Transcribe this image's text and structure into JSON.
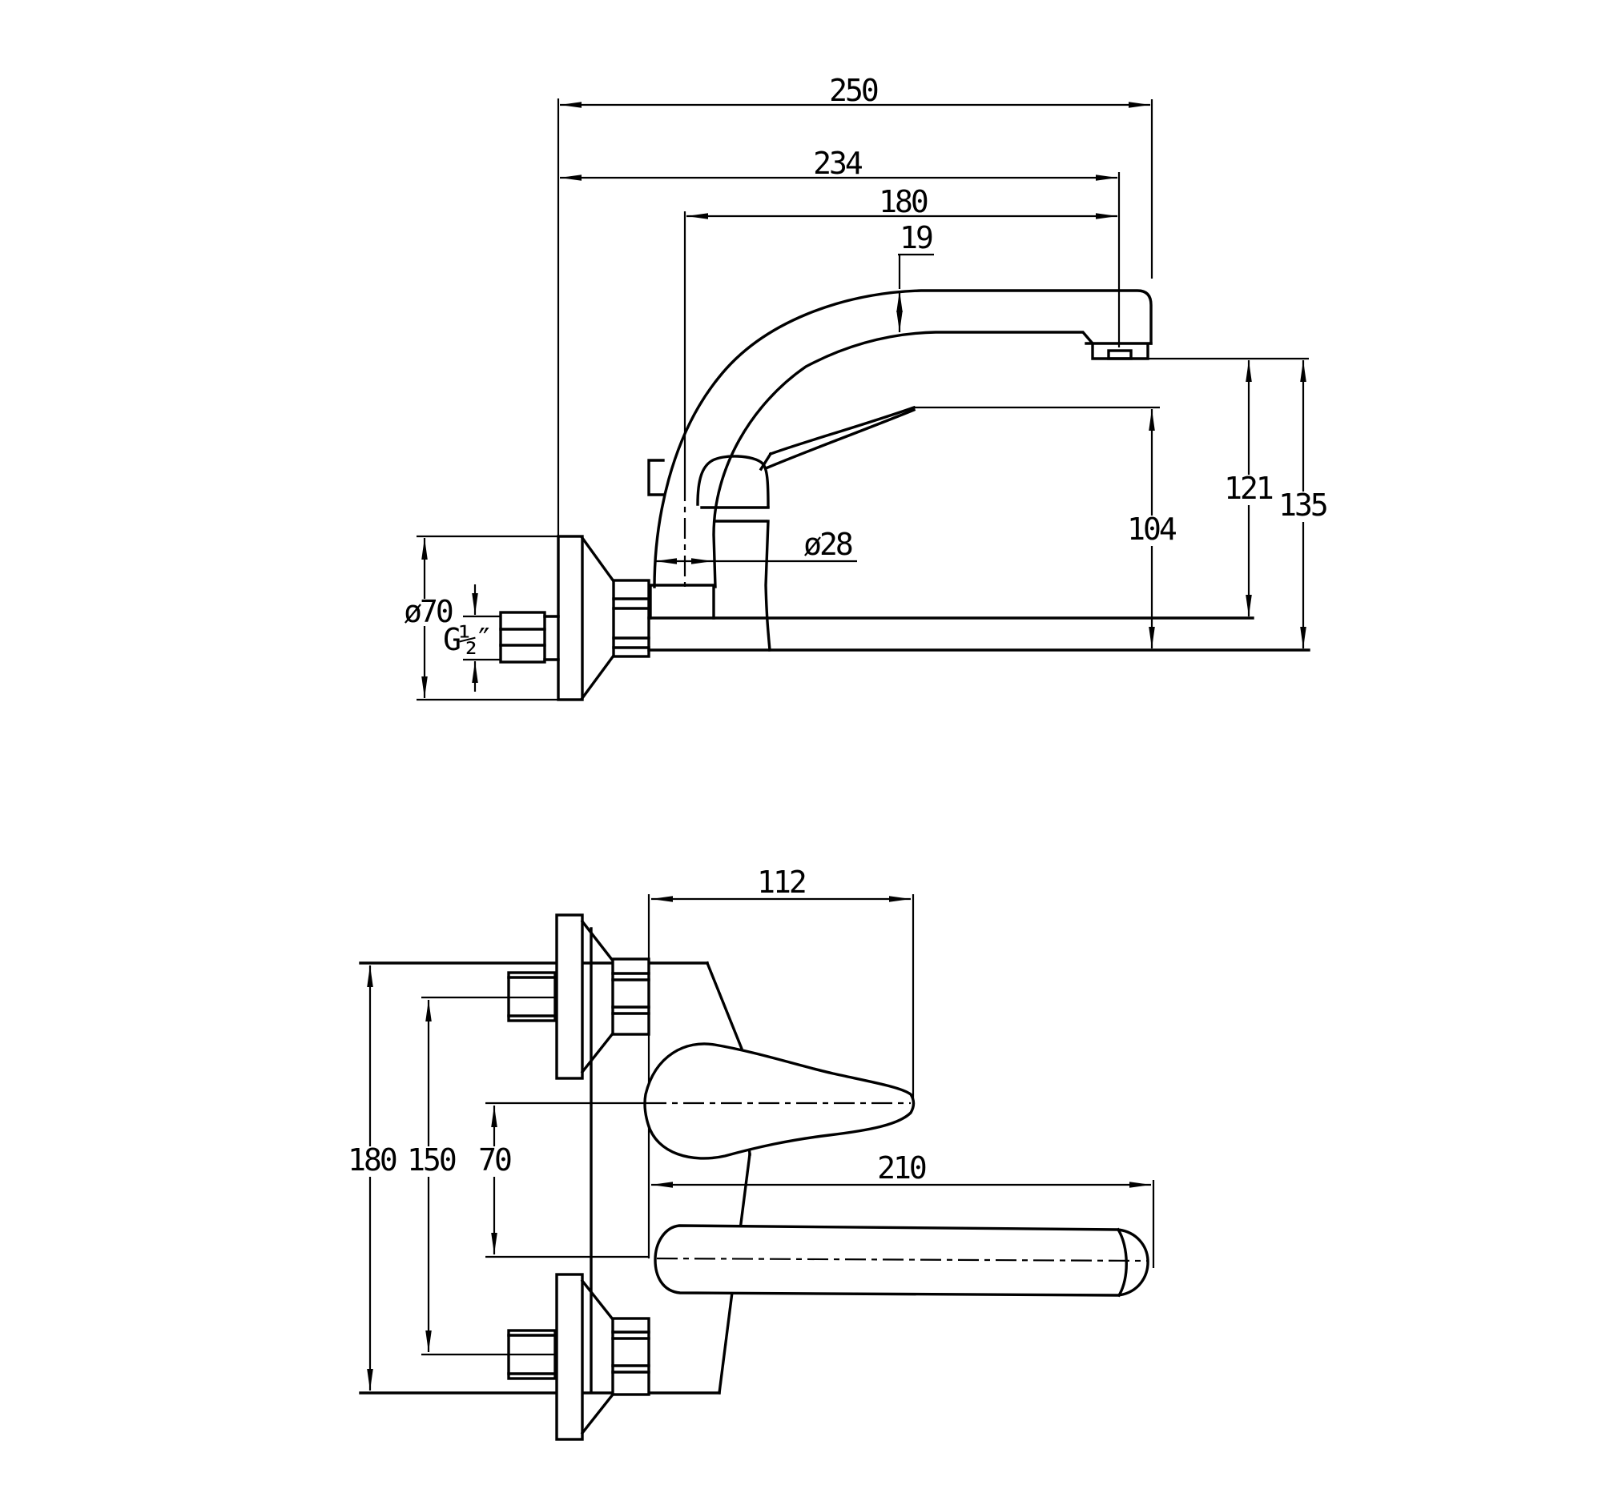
{
  "drawing": {
    "type": "technical-dimension-drawing",
    "subject": "wall-mounted single-lever sink mixer faucet, two orthographic views",
    "line_color": "#000000",
    "background": "#ffffff",
    "side_view": {
      "d250": "250",
      "d234": "234",
      "d180": "180",
      "d19": "19",
      "dia28": "ø28",
      "dia70": "ø70",
      "thread": "G½″",
      "d121": "121",
      "d135": "135",
      "d104": "104"
    },
    "plan_view": {
      "d112": "112",
      "d180": "180",
      "d150": "150",
      "d70": "70",
      "d210": "210"
    }
  }
}
